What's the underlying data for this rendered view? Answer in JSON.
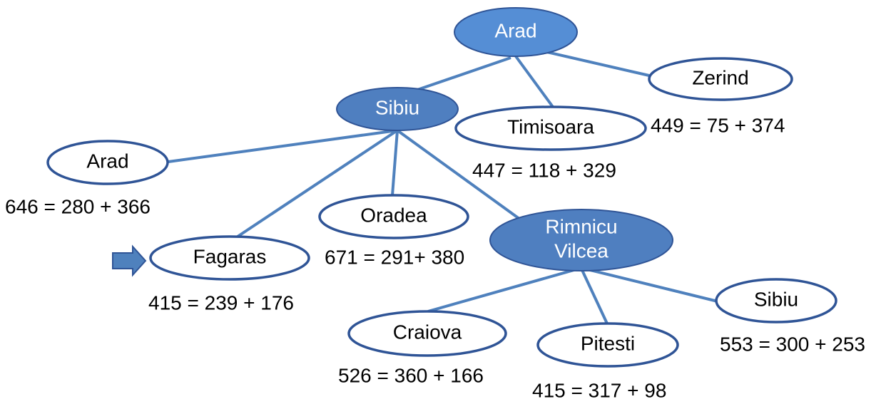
{
  "colors": {
    "edge": "#4f81bd",
    "node_outline": "#2f5496",
    "expanded_fill_root": "#558ed5",
    "expanded_fill": "#4f7fc0",
    "pointer_arrow": "#4f81bd"
  },
  "pointer": {
    "icon": "right-arrow-icon",
    "target": "fagaras"
  },
  "nodes": [
    {
      "id": "arad-root",
      "label": [
        "Arad"
      ],
      "expanded": true,
      "cost": ""
    },
    {
      "id": "sibiu",
      "label": [
        "Sibiu"
      ],
      "expanded": true,
      "cost": ""
    },
    {
      "id": "timisoara",
      "label": [
        "Timisoara"
      ],
      "expanded": false,
      "cost": "447 = 118 + 329"
    },
    {
      "id": "zerind",
      "label": [
        "Zerind"
      ],
      "expanded": false,
      "cost": "449 = 75 + 374"
    },
    {
      "id": "arad-2",
      "label": [
        "Arad"
      ],
      "expanded": false,
      "cost": "646 = 280 + 366"
    },
    {
      "id": "fagaras",
      "label": [
        "Fagaras"
      ],
      "expanded": false,
      "cost": "415 = 239 + 176"
    },
    {
      "id": "oradea",
      "label": [
        "Oradea"
      ],
      "expanded": false,
      "cost": "671 = 291+ 380"
    },
    {
      "id": "rimnicu-vilcea",
      "label": [
        "Rimnicu",
        "Vilcea"
      ],
      "expanded": true,
      "cost": ""
    },
    {
      "id": "craiova",
      "label": [
        "Craiova"
      ],
      "expanded": false,
      "cost": "526 = 360 + 166"
    },
    {
      "id": "pitesti",
      "label": [
        "Pitesti"
      ],
      "expanded": false,
      "cost": "415 = 317 + 98"
    },
    {
      "id": "sibiu-2",
      "label": [
        "Sibiu"
      ],
      "expanded": false,
      "cost": "553 = 300 + 253"
    }
  ],
  "edges": [
    [
      "arad-root",
      "sibiu"
    ],
    [
      "arad-root",
      "timisoara"
    ],
    [
      "arad-root",
      "zerind"
    ],
    [
      "sibiu",
      "arad-2"
    ],
    [
      "sibiu",
      "fagaras"
    ],
    [
      "sibiu",
      "oradea"
    ],
    [
      "sibiu",
      "rimnicu-vilcea"
    ],
    [
      "rimnicu-vilcea",
      "craiova"
    ],
    [
      "rimnicu-vilcea",
      "pitesti"
    ],
    [
      "rimnicu-vilcea",
      "sibiu-2"
    ]
  ]
}
